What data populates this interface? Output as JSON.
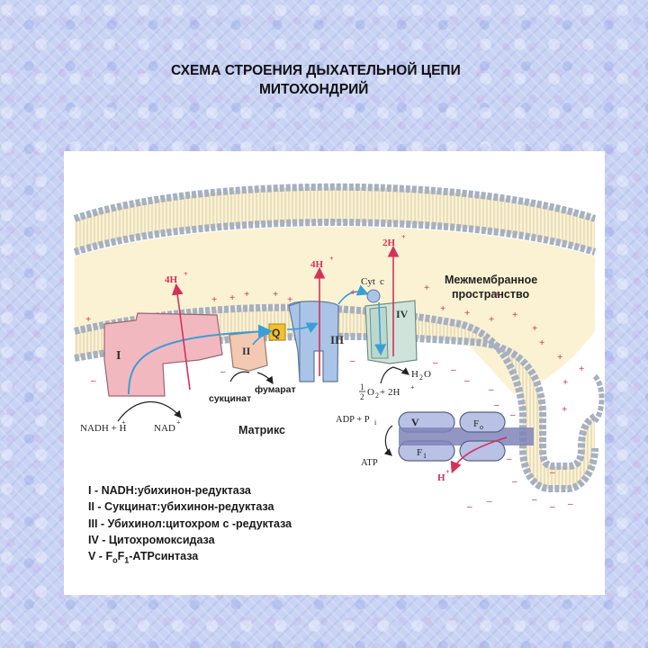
{
  "slide": {
    "title_line1": "СХЕМА СТРОЕНИЯ ДЫХАТЕЛЬНОЙ ЦЕПИ",
    "title_line2": "МИТОХОНДРИЙ"
  },
  "diagram": {
    "intermembrane_space_line1": "Межмембранное",
    "intermembrane_space_line2": "пространство",
    "matrix_label": "Матрикс",
    "complexes": {
      "I": "I",
      "II": "II",
      "III": "III",
      "IV": "IV",
      "V": "V",
      "Q": "Q",
      "cyt": "Cyt",
      "cyt_c": "c",
      "Fo": "F",
      "Fo_sub": "o",
      "F1": "F",
      "F1_sub": "1"
    },
    "protons": {
      "c1": "4H",
      "c3": "4H",
      "c4": "2H",
      "plus": "+",
      "atp_out": "H"
    },
    "substrates": {
      "nadh": "NADH + H",
      "nad": "NAD",
      "succinate": "сукцинат",
      "fumarate": "фумарат",
      "o2_half": "1",
      "o2_den": "2",
      "o2": "O",
      "o2_sub": "2",
      "o2_rest": " + 2H",
      "h2o": "H",
      "h2o_sub": "2",
      "h2o_o": "O",
      "adp": "ADP + P",
      "adp_sub": "i",
      "atp": "ATP"
    },
    "charges": {
      "plus": "+",
      "minus": "–"
    }
  },
  "legend": {
    "items": [
      "I   - NADH:убихинон-редуктаза",
      "II  - Сукцинат:убихинон-редуктаза",
      "III - Убихинол:цитохром с -редуктаза",
      "IV - Цитохромоксидаза",
      "V   - F",
      "o",
      "F",
      "1",
      "-АТРсинтаза"
    ]
  },
  "colors": {
    "complex_I": "#f2b8c0",
    "complex_II": "#f3c9b4",
    "complex_III": "#a9c4e6",
    "complex_IV": "#cfe3da",
    "complex_V": "#b9c1e4",
    "membrane_head": "#c8d1dd",
    "intermembrane": "#fbf2d3",
    "proton_arrow": "#d4325a",
    "electron_arrow": "#3a9fd6",
    "ubiquinone": "#f2c12e"
  }
}
